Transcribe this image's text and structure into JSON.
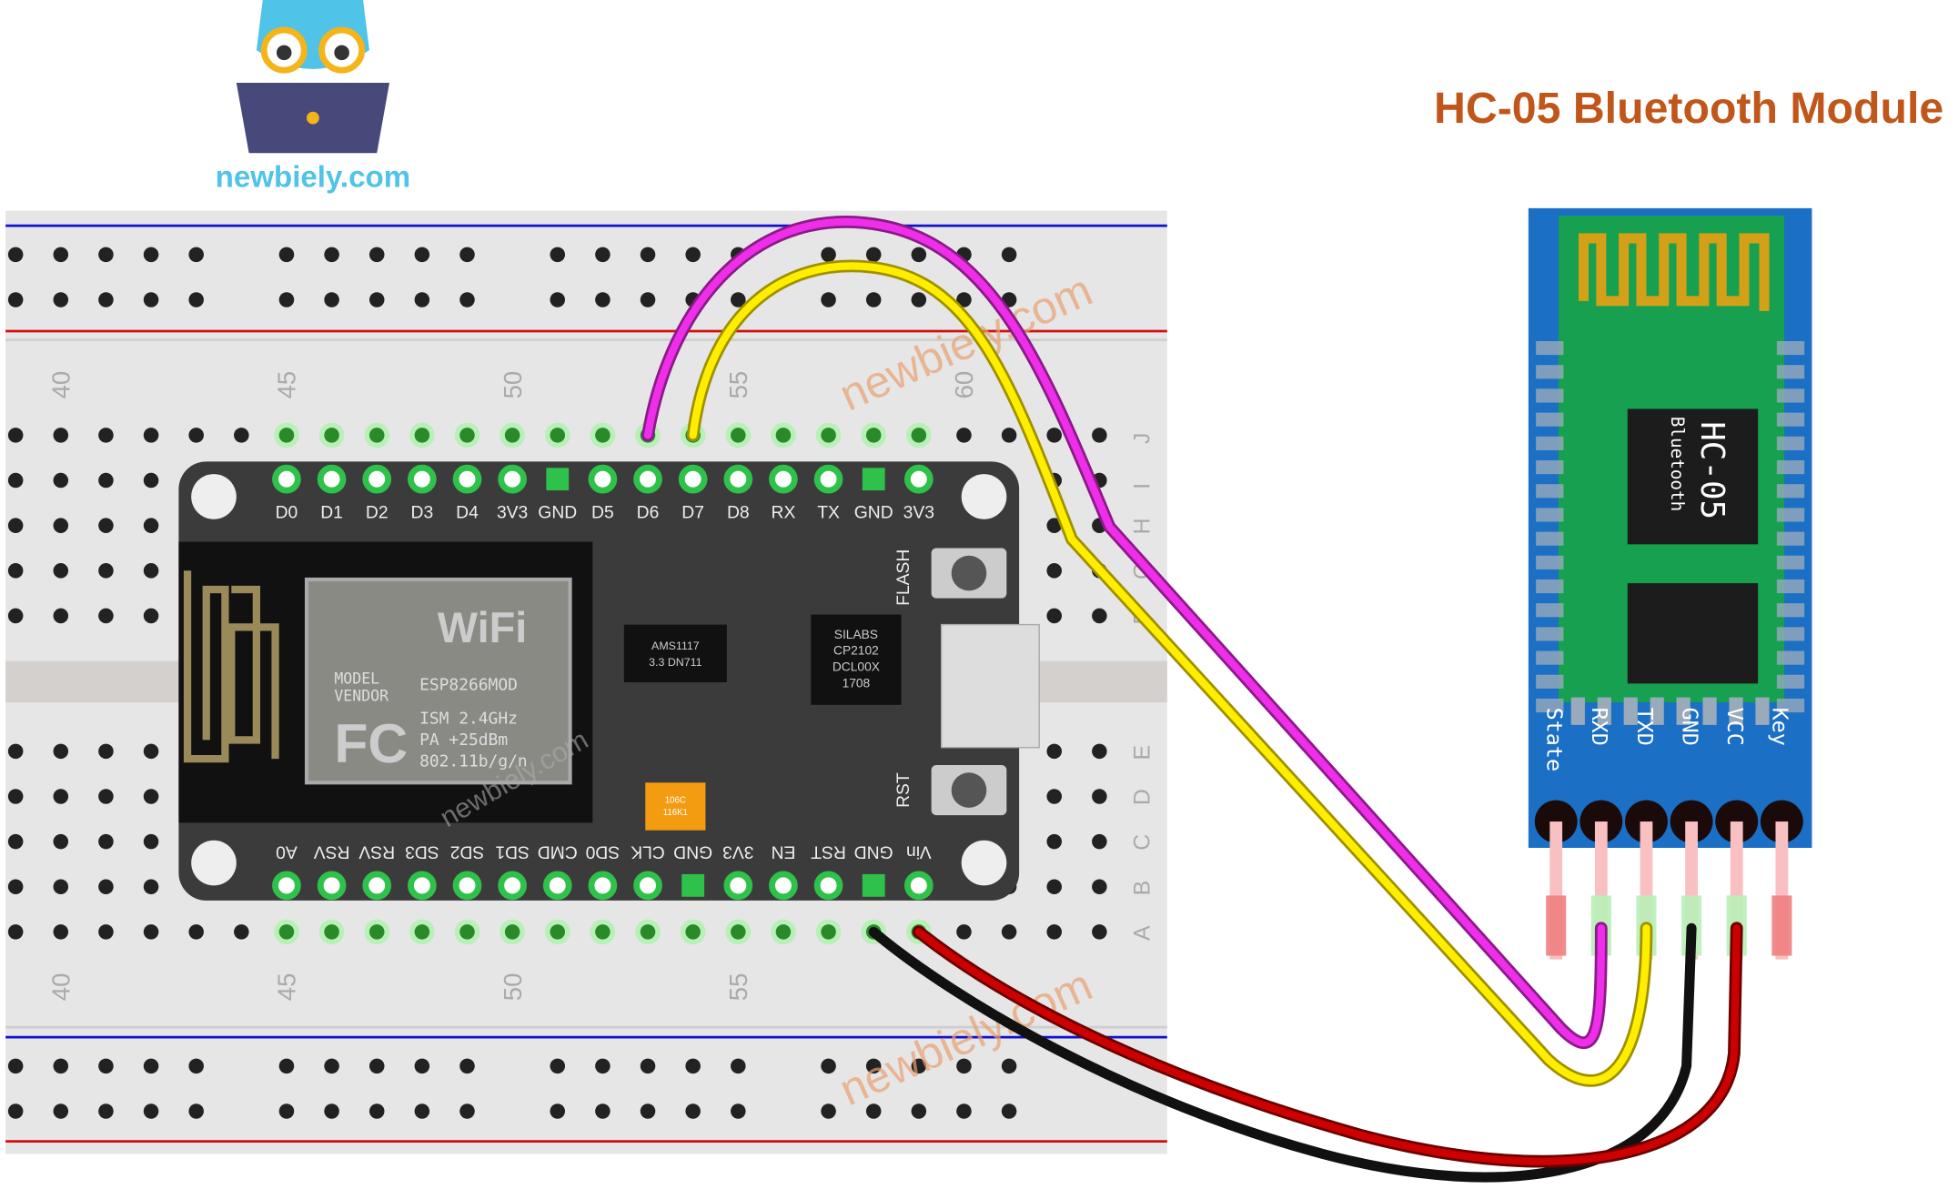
{
  "logo": {
    "text": "newbiely.com"
  },
  "title": "HC-05 Bluetooth Module",
  "watermark": "newbiely.com",
  "breadboard": {
    "column_numbers": [
      "40",
      "45",
      "50",
      "55",
      "60"
    ],
    "row_letters_top": [
      "J",
      "I",
      "H",
      "G",
      "F"
    ],
    "row_letters_bottom": [
      "E",
      "D",
      "C",
      "B",
      "A"
    ]
  },
  "esp_board": {
    "top_pins": [
      "D0",
      "D1",
      "D2",
      "D3",
      "D4",
      "3V3",
      "GND",
      "D5",
      "D6",
      "D7",
      "D8",
      "RX",
      "TX",
      "GND",
      "3V3"
    ],
    "bottom_pins": [
      "A0",
      "RSV",
      "RSV",
      "SD3",
      "SD2",
      "SD1",
      "CMD",
      "SD0",
      "CLK",
      "GND",
      "3V3",
      "EN",
      "RST",
      "GND",
      "Vin"
    ],
    "flash_label": "FLASH",
    "rst_label": "RST",
    "module_text": [
      "MODEL",
      "VENDOR",
      "ESP8266MOD",
      "ISM 2.4GHz",
      "PA  +25dBm",
      "802.11b/g/n"
    ],
    "wifi_text": "WiFi",
    "fc_text": "FC",
    "regulator_text": [
      "AMS1117",
      "3.3  DN711"
    ],
    "usb_chip_text": [
      "SILABS",
      "CP2102",
      "DCL00X",
      "1708"
    ],
    "cap_text": [
      "106C",
      "116K1"
    ]
  },
  "hc05": {
    "chip_title": "HC-05",
    "chip_subtitle": "Bluetooth",
    "pins": [
      "State",
      "RXD",
      "TXD",
      "GND",
      "VCC",
      "Key"
    ]
  },
  "colors": {
    "title": "#c0561a",
    "logo_text": "#4fc3e8",
    "wire_rx": "#ee2ee8",
    "wire_tx": "#ffee00",
    "wire_gnd": "#111111",
    "wire_vcc": "#cc0000",
    "module_blue": "#1b6fc4",
    "module_green": "#17a050"
  },
  "connections": [
    {
      "from": "D6",
      "to": "RXD",
      "color": "magenta"
    },
    {
      "from": "D7",
      "to": "TXD",
      "color": "yellow"
    },
    {
      "from": "GND",
      "to": "GND",
      "color": "black"
    },
    {
      "from": "Vin",
      "to": "VCC",
      "color": "red"
    }
  ]
}
